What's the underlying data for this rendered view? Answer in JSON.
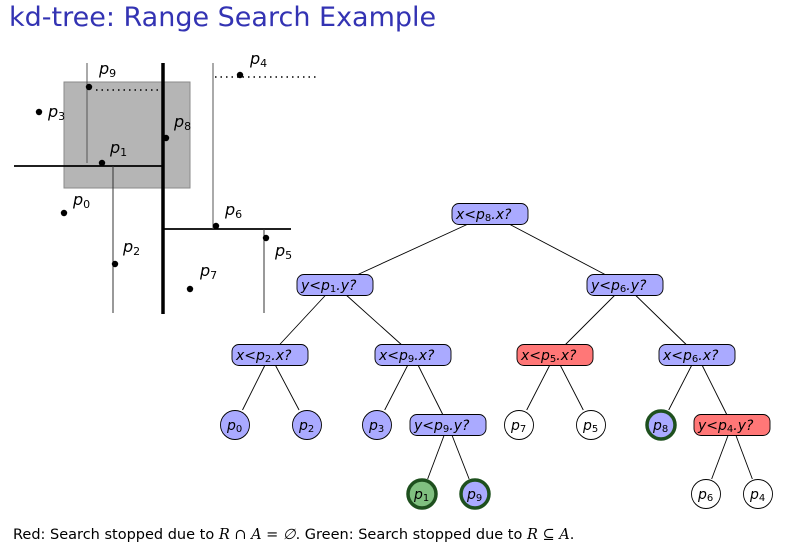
{
  "title": "kd-tree: Range Search Example",
  "caption": {
    "red_prefix": "Red: Search stopped due to ",
    "red_math": "R ∩ A = ∅",
    "mid": ". Green: Search stopped due to ",
    "green_math": "R ⊆ A",
    "end": "."
  },
  "colors": {
    "title": "#3333b3",
    "node_blue": "#aaaaff",
    "node_red": "#ff7777",
    "node_green": "#80c080",
    "node_white": "#ffffff",
    "green_border": "#1e501e",
    "query_rect": "#b5b5b5"
  },
  "points": [
    {
      "id": "p0",
      "label": "p",
      "sub": "0"
    },
    {
      "id": "p1",
      "label": "p",
      "sub": "1"
    },
    {
      "id": "p2",
      "label": "p",
      "sub": "2"
    },
    {
      "id": "p3",
      "label": "p",
      "sub": "3"
    },
    {
      "id": "p4",
      "label": "p",
      "sub": "4"
    },
    {
      "id": "p5",
      "label": "p",
      "sub": "5"
    },
    {
      "id": "p6",
      "label": "p",
      "sub": "6"
    },
    {
      "id": "p7",
      "label": "p",
      "sub": "7"
    },
    {
      "id": "p8",
      "label": "p",
      "sub": "8"
    },
    {
      "id": "p9",
      "label": "p",
      "sub": "9"
    }
  ],
  "tree": {
    "nodes": [
      {
        "id": "n_root",
        "kind": "split",
        "var": "x",
        "pt": "8",
        "status": "blue"
      },
      {
        "id": "n_l",
        "kind": "split",
        "var": "y",
        "pt": "1",
        "status": "blue"
      },
      {
        "id": "n_r",
        "kind": "split",
        "var": "y",
        "pt": "6",
        "status": "blue"
      },
      {
        "id": "n_ll",
        "kind": "split",
        "var": "x",
        "pt": "2",
        "status": "blue"
      },
      {
        "id": "n_lr",
        "kind": "split",
        "var": "x",
        "pt": "9",
        "status": "blue"
      },
      {
        "id": "n_rl",
        "kind": "split",
        "var": "x",
        "pt": "5",
        "status": "red"
      },
      {
        "id": "n_rr",
        "kind": "split",
        "var": "x",
        "pt": "6",
        "status": "blue"
      },
      {
        "id": "leaf_p0",
        "kind": "leaf",
        "pt": "0",
        "status": "blue"
      },
      {
        "id": "leaf_p2",
        "kind": "leaf",
        "pt": "2",
        "status": "blue"
      },
      {
        "id": "leaf_p3",
        "kind": "leaf",
        "pt": "3",
        "status": "blue"
      },
      {
        "id": "n_lrr",
        "kind": "split",
        "var": "y",
        "pt": "9",
        "status": "blue"
      },
      {
        "id": "leaf_p7",
        "kind": "leaf",
        "pt": "7",
        "status": "white"
      },
      {
        "id": "leaf_p5",
        "kind": "leaf",
        "pt": "5",
        "status": "white"
      },
      {
        "id": "leaf_p8",
        "kind": "leaf",
        "pt": "8",
        "status": "blue-green"
      },
      {
        "id": "n_rrr",
        "kind": "split",
        "var": "y",
        "pt": "4",
        "status": "red"
      },
      {
        "id": "leaf_p1",
        "kind": "leaf",
        "pt": "1",
        "status": "green"
      },
      {
        "id": "leaf_p9",
        "kind": "leaf",
        "pt": "9",
        "status": "blue-green"
      },
      {
        "id": "leaf_p6",
        "kind": "leaf",
        "pt": "6",
        "status": "white"
      },
      {
        "id": "leaf_p4",
        "kind": "leaf",
        "pt": "4",
        "status": "white"
      }
    ],
    "edges": [
      [
        "n_root",
        "n_l"
      ],
      [
        "n_root",
        "n_r"
      ],
      [
        "n_l",
        "n_ll"
      ],
      [
        "n_l",
        "n_lr"
      ],
      [
        "n_r",
        "n_rl"
      ],
      [
        "n_r",
        "n_rr"
      ],
      [
        "n_ll",
        "leaf_p0"
      ],
      [
        "n_ll",
        "leaf_p2"
      ],
      [
        "n_lr",
        "leaf_p3"
      ],
      [
        "n_lr",
        "n_lrr"
      ],
      [
        "n_rl",
        "leaf_p7"
      ],
      [
        "n_rl",
        "leaf_p5"
      ],
      [
        "n_rr",
        "leaf_p8"
      ],
      [
        "n_rr",
        "n_rrr"
      ],
      [
        "n_lrr",
        "leaf_p1"
      ],
      [
        "n_lrr",
        "leaf_p9"
      ],
      [
        "n_rrr",
        "leaf_p6"
      ],
      [
        "n_rrr",
        "leaf_p4"
      ]
    ]
  }
}
